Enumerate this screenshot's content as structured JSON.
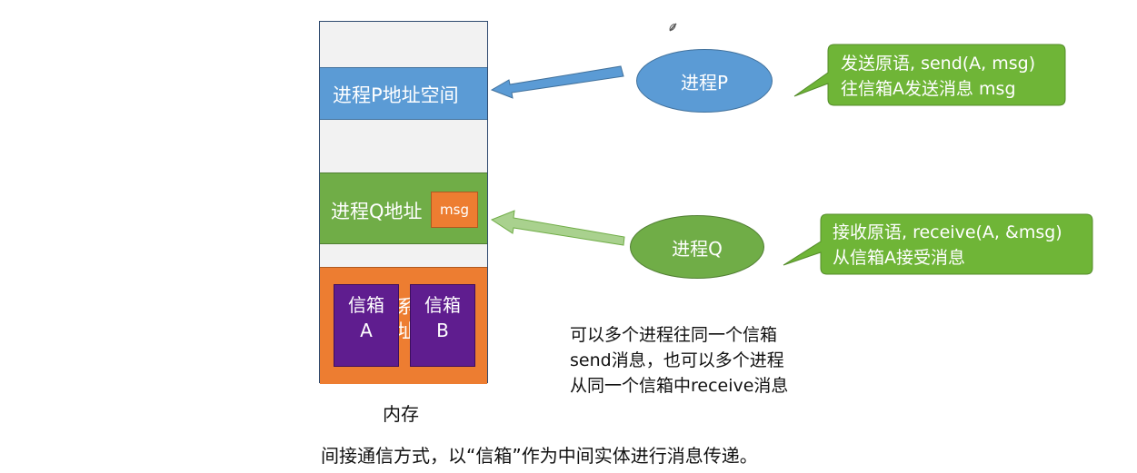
{
  "memory": {
    "label": "内存",
    "process_p_space": "进程P地址空间",
    "process_q_space": "进程Q地址",
    "msg_label": "msg",
    "kernel_partial": "系\n址",
    "mailbox_a": {
      "title": "信箱",
      "id": "A"
    },
    "mailbox_b": {
      "title": "信箱",
      "id": "B"
    }
  },
  "process_p": {
    "label": "进程P",
    "callout_line1": "发送原语, send(A, msg)",
    "callout_line2": "往信箱A发送消息 msg"
  },
  "process_q": {
    "label": "进程Q",
    "callout_line1": "接收原语, receive(A, &msg)",
    "callout_line2": "从信箱A接受消息"
  },
  "note": {
    "line1": "可以多个进程往同一个信箱",
    "line2": "send消息，也可以多个进程",
    "line3": "从同一个信箱中receive消息"
  },
  "caption": "间接通信方式，以“信箱”作为中间实体进行消息传递。",
  "colors": {
    "blue": "#5b9bd5",
    "green": "#70ad47",
    "orange": "#ed7d31",
    "purple": "#5f1d8f",
    "callout_green": "#6fb537"
  }
}
